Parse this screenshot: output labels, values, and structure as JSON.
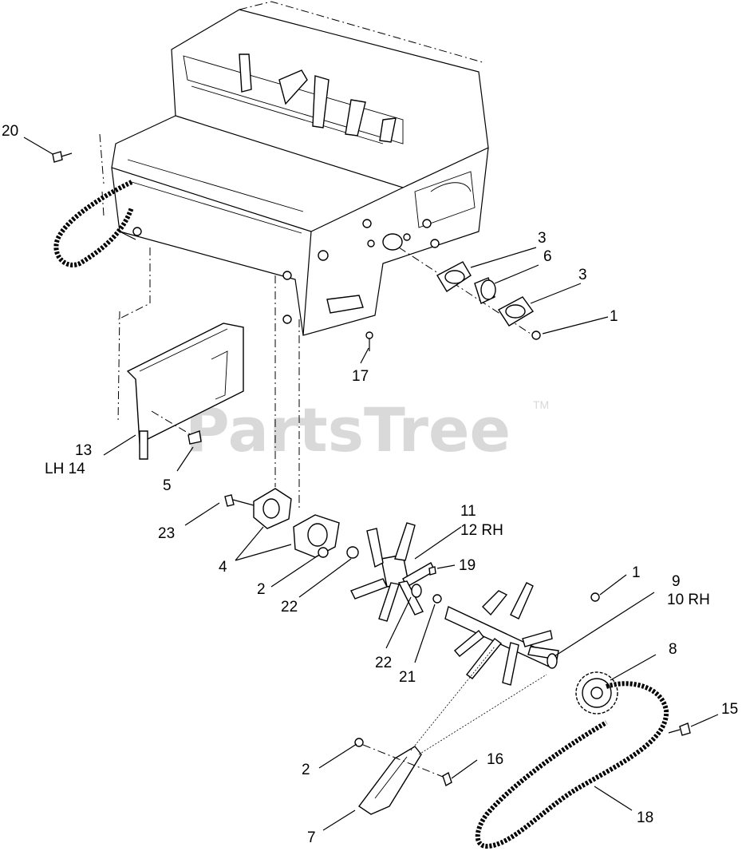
{
  "watermark": {
    "brand": "PartsTree",
    "trademark": "TM"
  },
  "callouts": {
    "c1_top": "1",
    "c1_mid": "1",
    "c2_left": "2",
    "c2_bottom": "2",
    "c3_a": "3",
    "c3_b": "3",
    "c4": "4",
    "c5": "5",
    "c6": "6",
    "c7": "7",
    "c8": "8",
    "c9": "9",
    "c10": "10 RH",
    "c11": "11",
    "c12": "12 RH",
    "c13": "13",
    "c14": "LH 14",
    "c15": "15",
    "c16": "16",
    "c17": "17",
    "c18": "18",
    "c19": "19",
    "c20": "20",
    "c21": "21",
    "c22_a": "22",
    "c22_b": "22",
    "c23": "23"
  }
}
